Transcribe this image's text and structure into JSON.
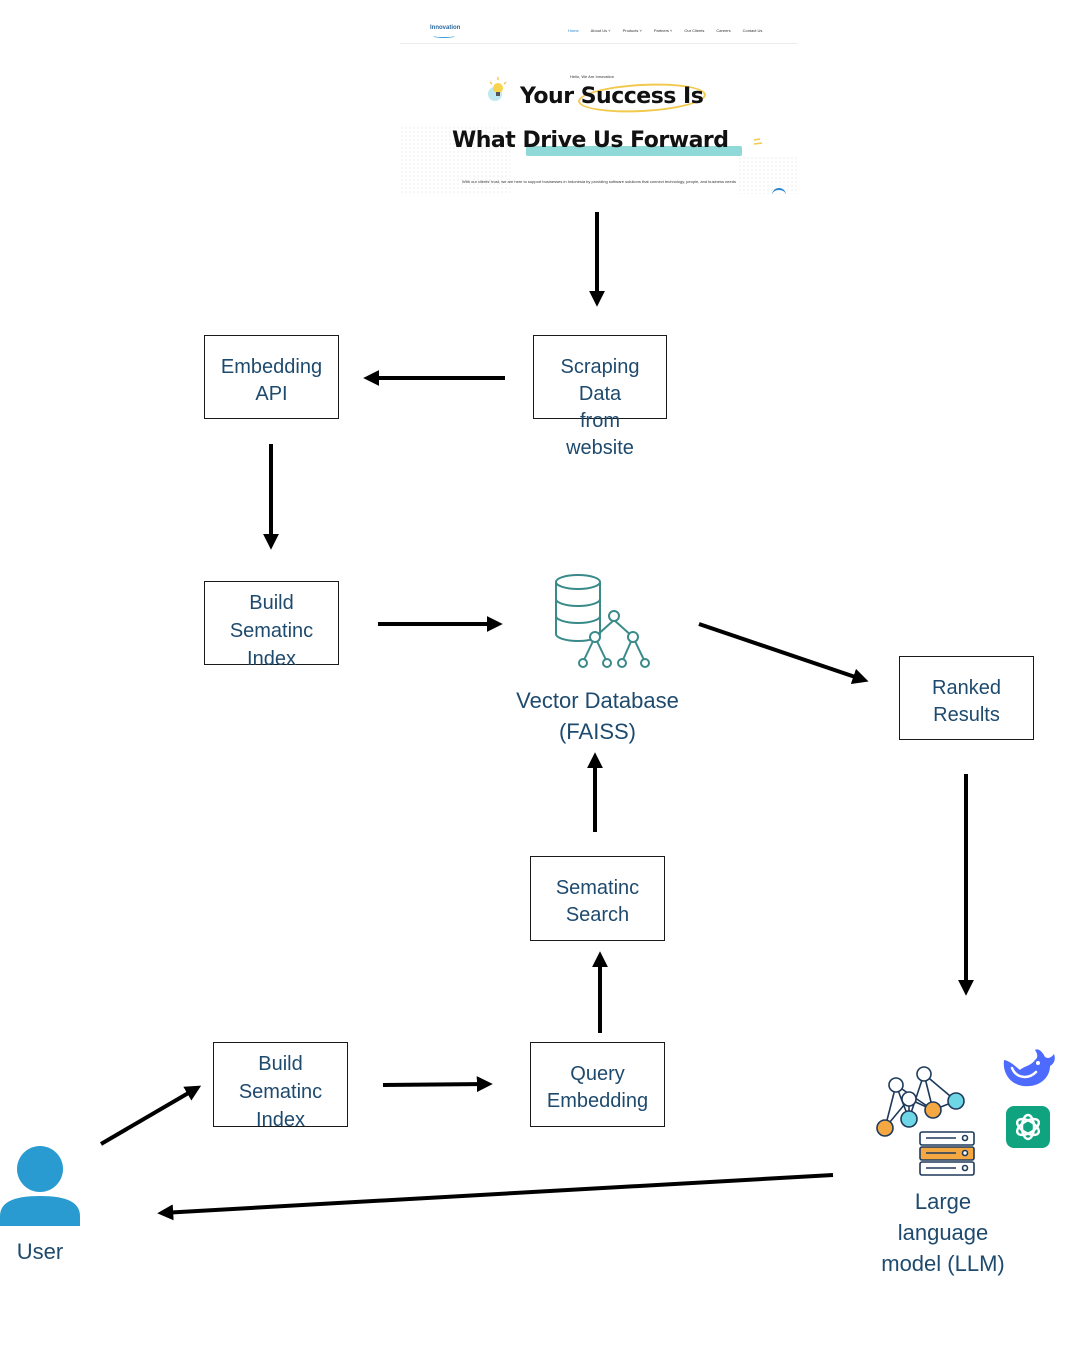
{
  "website": {
    "logo": "Innovation",
    "menu": [
      "Home",
      "About Us ˅",
      "Products ˅",
      "Partners ˅",
      "Our Clients",
      "Careers",
      "Contact Us"
    ],
    "hello": "Hello, We Are Innovation",
    "headline_1": "Your Success Is",
    "headline_2": "What  Drive Us Forward",
    "description": "With our clients' trust, we are here to support businesses in Indonesia by providing software solutions that connect technology, people, and business needs"
  },
  "nodes": {
    "scraping": "Scraping\nData\nfrom\nwebsite",
    "embedding_api": "Embedding\nAPI",
    "build_index_top": "Build\nSematinc\nIndex",
    "vector_db": "Vector Database\n(FAISS)",
    "ranked_results": "Ranked\nResults",
    "semantic_search": "Sematinc\nSearch",
    "build_index_bottom": "Build\nSematinc\nIndex",
    "query_embedding": "Query\nEmbedding",
    "llm": "Large\nlanguage\nmodel (LLM)",
    "user": "User"
  },
  "icons": {
    "database": "vector-database-icon",
    "llm": "neural-network-server-icon",
    "deepseek": "deepseek-whale-icon",
    "chatgpt": "chatgpt-logo-icon",
    "user": "user-person-icon"
  },
  "colors": {
    "text": "#1e4a6e",
    "db_icon": "#3a8a8a",
    "user_icon": "#2a9bd0",
    "deepseek": "#4d6bfe",
    "chatgpt": "#10a37f",
    "llm_orange": "#f5a742",
    "llm_teal": "#6fd6e6"
  }
}
